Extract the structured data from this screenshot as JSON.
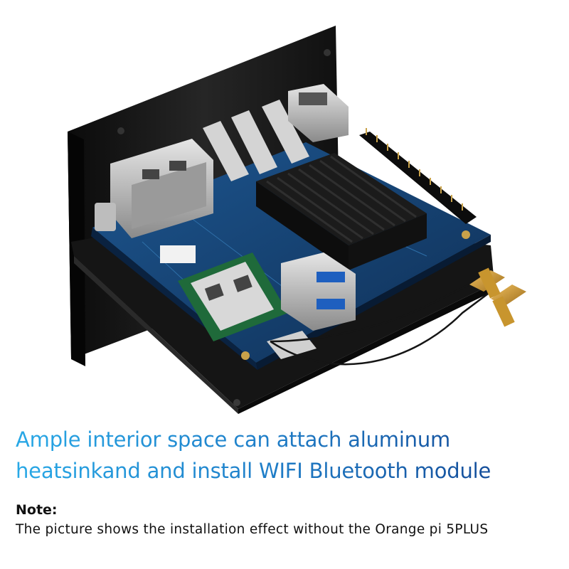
{
  "image": {
    "subject": "orange-pi-5-plus-mounting-plate"
  },
  "headline": {
    "line1": "Ample interior space can attach aluminum",
    "line2": "heatsinkand and install WIFI Bluetooth module",
    "gradient_colors": [
      "#28a8e6",
      "#1f7fc9",
      "#123f8c"
    ]
  },
  "note": {
    "title": "Note:",
    "text": "The picture shows the installation effect without the Orange pi 5PLUS"
  },
  "colors": {
    "metal_case": "#1a1a1a",
    "pcb": "#15406e",
    "heatsink": "#141414",
    "antenna_connector": "#c8952e"
  }
}
